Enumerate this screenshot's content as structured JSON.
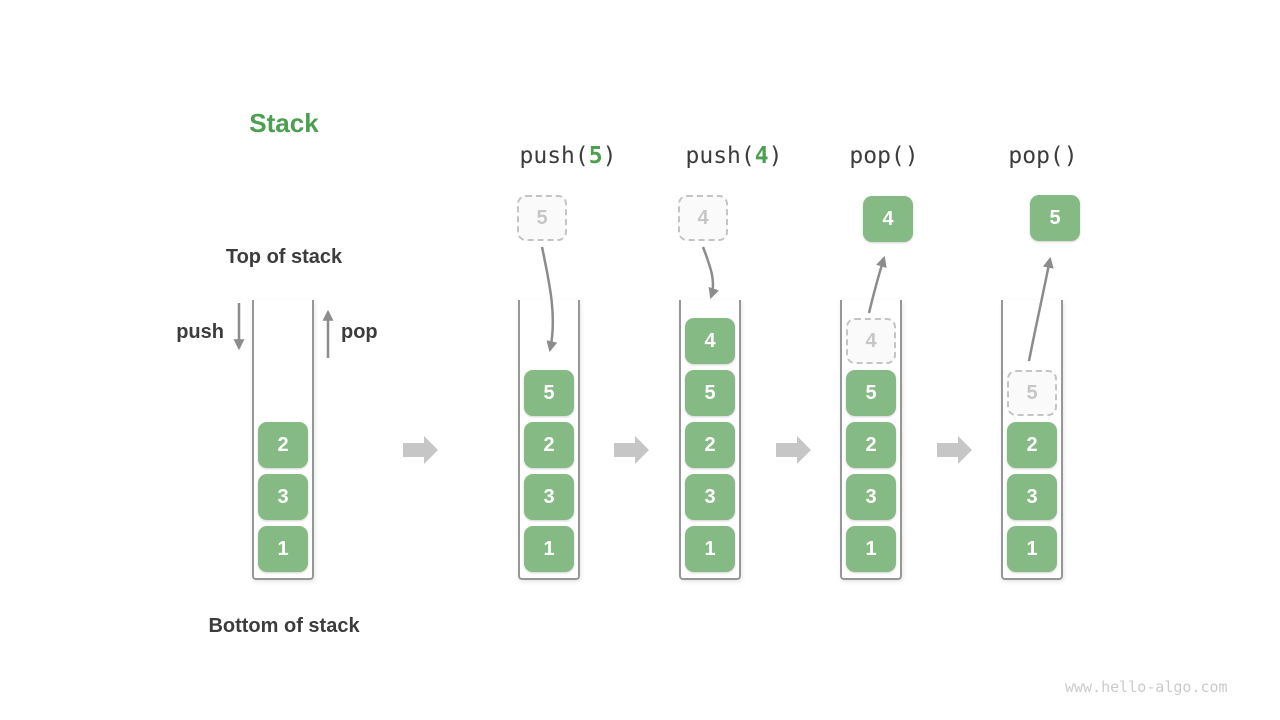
{
  "legend": {
    "title": "Stack",
    "top_label": "Top of stack",
    "bottom_label": "Bottom of stack",
    "push_label": "push",
    "pop_label": "pop"
  },
  "colors": {
    "accent_green": "#4c9e50",
    "cell_green": "#85ba85",
    "text_dark": "#3c3c3c",
    "ghost_gray": "#c4c4c4",
    "arrow_gray": "#8c8c8c",
    "stage_arrow_gray": "#c6c6c6"
  },
  "stages": [
    {
      "name": "initial",
      "cells": [
        "2",
        "3",
        "1"
      ]
    },
    {
      "name": "push-5",
      "op": {
        "pre": "push(",
        "arg": "5",
        "post": ")"
      },
      "above": {
        "value": "5",
        "style": "ghost"
      },
      "cells": [
        "5",
        "2",
        "3",
        "1"
      ]
    },
    {
      "name": "push-4",
      "op": {
        "pre": "push(",
        "arg": "4",
        "post": ")"
      },
      "above": {
        "value": "4",
        "style": "ghost"
      },
      "cells": [
        "4",
        "5",
        "2",
        "3",
        "1"
      ]
    },
    {
      "name": "pop-1",
      "op": {
        "pre": "pop()",
        "arg": "",
        "post": ""
      },
      "above": {
        "value": "4",
        "style": "solid"
      },
      "ghost_cell": "4",
      "cells": [
        "5",
        "2",
        "3",
        "1"
      ]
    },
    {
      "name": "pop-2",
      "op": {
        "pre": "pop()",
        "arg": "",
        "post": ""
      },
      "above": {
        "value": "5",
        "style": "solid"
      },
      "ghost_cell": "5",
      "cells": [
        "2",
        "3",
        "1"
      ]
    }
  ],
  "watermark": "www.hello-algo.com"
}
